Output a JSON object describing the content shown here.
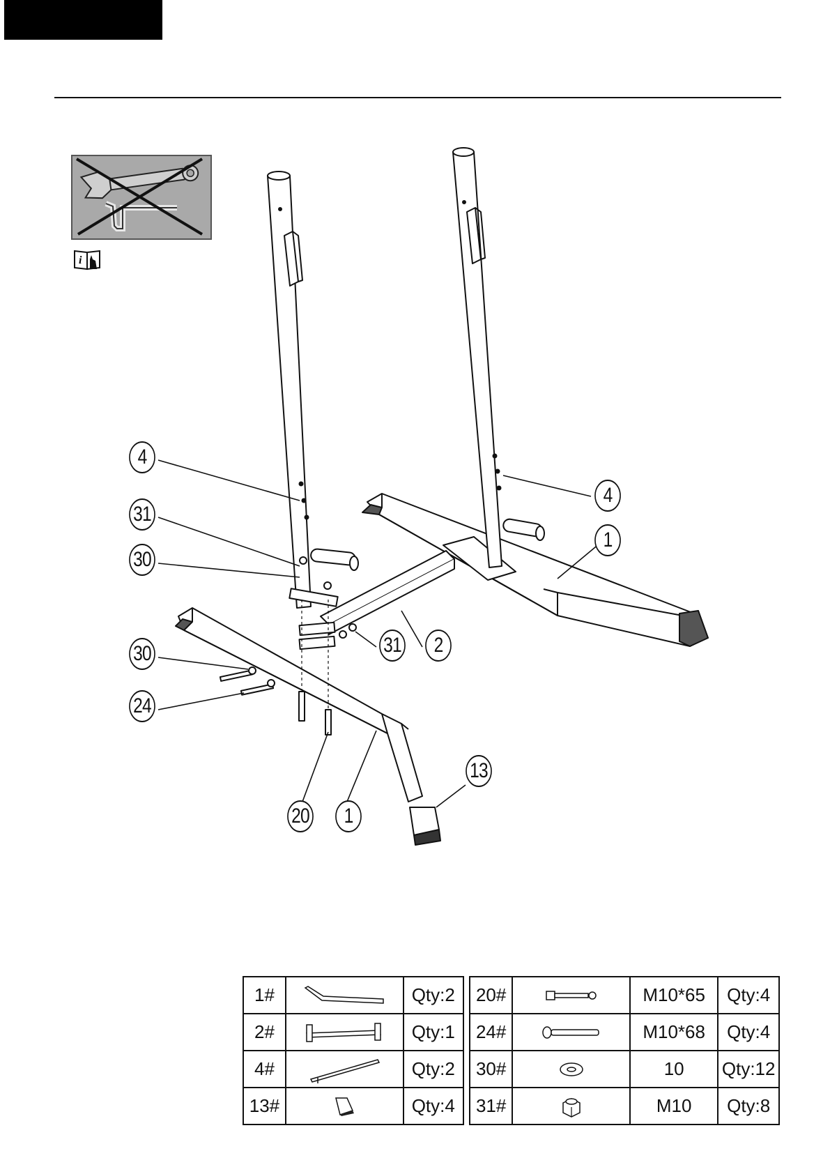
{
  "callouts": {
    "c4a": "4",
    "c31a": "31",
    "c30a": "30",
    "c30b": "30",
    "c24": "24",
    "c20": "20",
    "c1a": "1",
    "c13": "13",
    "c31b": "31",
    "c2": "2",
    "c4b": "4",
    "c1b": "1"
  },
  "parts_left": [
    {
      "id": "1#",
      "icon": "base-frame-icon",
      "qty": "Qty:2"
    },
    {
      "id": "2#",
      "icon": "crossbar-icon",
      "qty": "Qty:1"
    },
    {
      "id": "4#",
      "icon": "upright-post-icon",
      "qty": "Qty:2"
    },
    {
      "id": "13#",
      "icon": "foot-cap-icon",
      "qty": "Qty:4"
    }
  ],
  "parts_right": [
    {
      "id": "20#",
      "icon": "short-bolt-icon",
      "spec": "M10*65",
      "qty": "Qty:4"
    },
    {
      "id": "24#",
      "icon": "long-bolt-icon",
      "spec": "M10*68",
      "qty": "Qty:4"
    },
    {
      "id": "30#",
      "icon": "washer-icon",
      "spec": "10",
      "qty": "Qty:12"
    },
    {
      "id": "31#",
      "icon": "nut-icon",
      "spec": "M10",
      "qty": "Qty:8"
    }
  ]
}
